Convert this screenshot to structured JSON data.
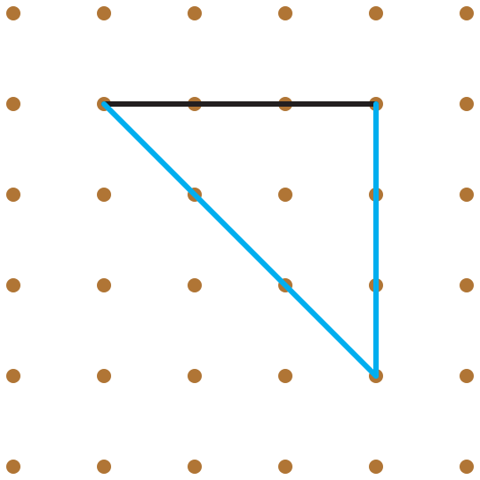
{
  "geoboard": {
    "columns": 6,
    "rows": 6,
    "peg_color": "#B07535",
    "background_color": "#FFFFFF"
  },
  "segments": [
    {
      "name": "top-segment",
      "color": "#231F20",
      "from": [
        1,
        1
      ],
      "to": [
        4,
        1
      ]
    },
    {
      "name": "vertical-segment",
      "color": "#00AEEF",
      "from": [
        4,
        1
      ],
      "to": [
        4,
        4
      ]
    },
    {
      "name": "diagonal-segment",
      "color": "#00AEEF",
      "from": [
        1,
        1
      ],
      "to": [
        4,
        4
      ]
    }
  ]
}
